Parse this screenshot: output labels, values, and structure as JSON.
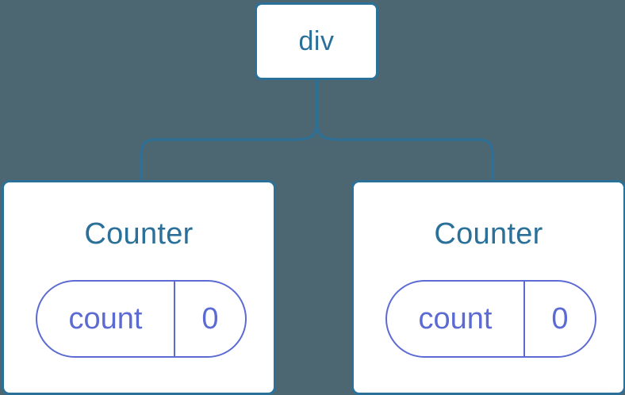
{
  "diagram": {
    "type": "component-tree",
    "background_color": "#4d6772",
    "node_border_color": "#2b7099",
    "node_text_color": "#2b7099",
    "state_color": "#5c6bd4",
    "connector_color": "#2b7099",
    "root": {
      "label": "div"
    },
    "children": [
      {
        "title": "Counter",
        "state": {
          "key": "count",
          "value": "0"
        }
      },
      {
        "title": "Counter",
        "state": {
          "key": "count",
          "value": "0"
        }
      }
    ]
  }
}
